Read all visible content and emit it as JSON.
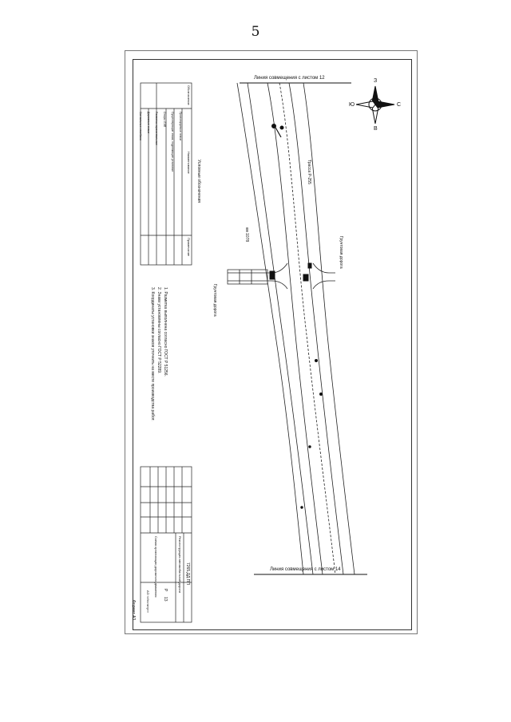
{
  "page": {
    "number": "5"
  },
  "drawing": {
    "match_line_top": "Линия совмещения с листом 12",
    "match_line_bottom": "Линия совмещения с листом 14",
    "compass": {
      "north": "С",
      "south": "Ю",
      "east": "В",
      "west": "З"
    },
    "legend": {
      "title": "Условные обозначения",
      "headers": {
        "symbol": "Обозначение",
        "name": "Наименование",
        "note": "Примечание"
      },
      "rows": [
        {
          "name": "Проектируемые знаки",
          "note": ""
        },
        {
          "name": "Существующие знаки, подлежащие установке",
          "note": ""
        },
        {
          "name": "Опоры ЛЭП",
          "note": ""
        },
        {
          "name": "Разметка горизонтальная",
          "note": ""
        },
        {
          "name": "Дорожные знаки",
          "note": ""
        },
        {
          "name": "Сигнальные столбики",
          "note": ""
        }
      ]
    },
    "notes": [
      "1. Разметка выполнена согласно ГОСТ Р 51256.",
      "2. Знаки установлены согласно ГОСТ Р 52289.",
      "3. Координаты установки знаков уточнить на месте производства работ."
    ],
    "labels": {
      "road_name": "Трасса Р-255",
      "side_road_left": "Грунтовая дорога",
      "side_road_right": "Грунтовая дорога",
      "km": "км 1078"
    },
    "title_block": {
      "code": "7265.ДД.ПП",
      "title": "Реконструкция автомобильной дороги",
      "sheet_name": "Схема организации дорожного движения",
      "sheet": "13",
      "stage": "Р",
      "org": "АО «Институт»"
    },
    "format": "Формат А3"
  }
}
